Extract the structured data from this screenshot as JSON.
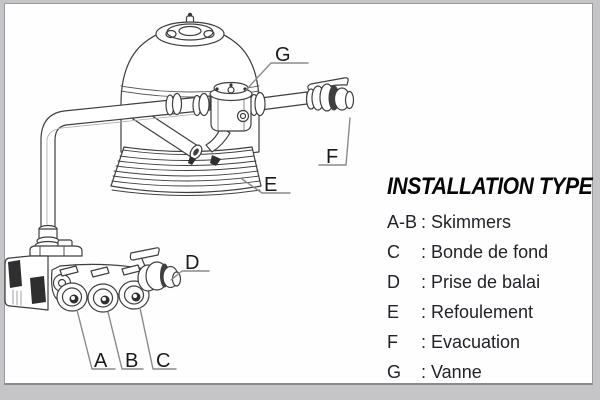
{
  "diagram": {
    "labels": {
      "A": "A",
      "B": "B",
      "C": "C",
      "D": "D",
      "E": "E",
      "F": "F",
      "G": "G"
    }
  },
  "legend": {
    "title": "INSTALLATION TYPE",
    "separator": ":",
    "items": [
      {
        "key": "A-B",
        "label": "Skimmers"
      },
      {
        "key": "C",
        "label": "Bonde de fond"
      },
      {
        "key": "D",
        "label": "Prise de balai"
      },
      {
        "key": "E",
        "label": "Refoulement"
      },
      {
        "key": "F",
        "label": "Evacuation"
      },
      {
        "key": "G",
        "label": "Vanne"
      }
    ]
  },
  "colors": {
    "line": "#3f3f3f",
    "leader": "#8a8a8a",
    "dark_fill": "#2f2f2f",
    "frame_bg": "#c5c5c7",
    "panel_border": "#9a9a9d",
    "text": "#222228"
  }
}
